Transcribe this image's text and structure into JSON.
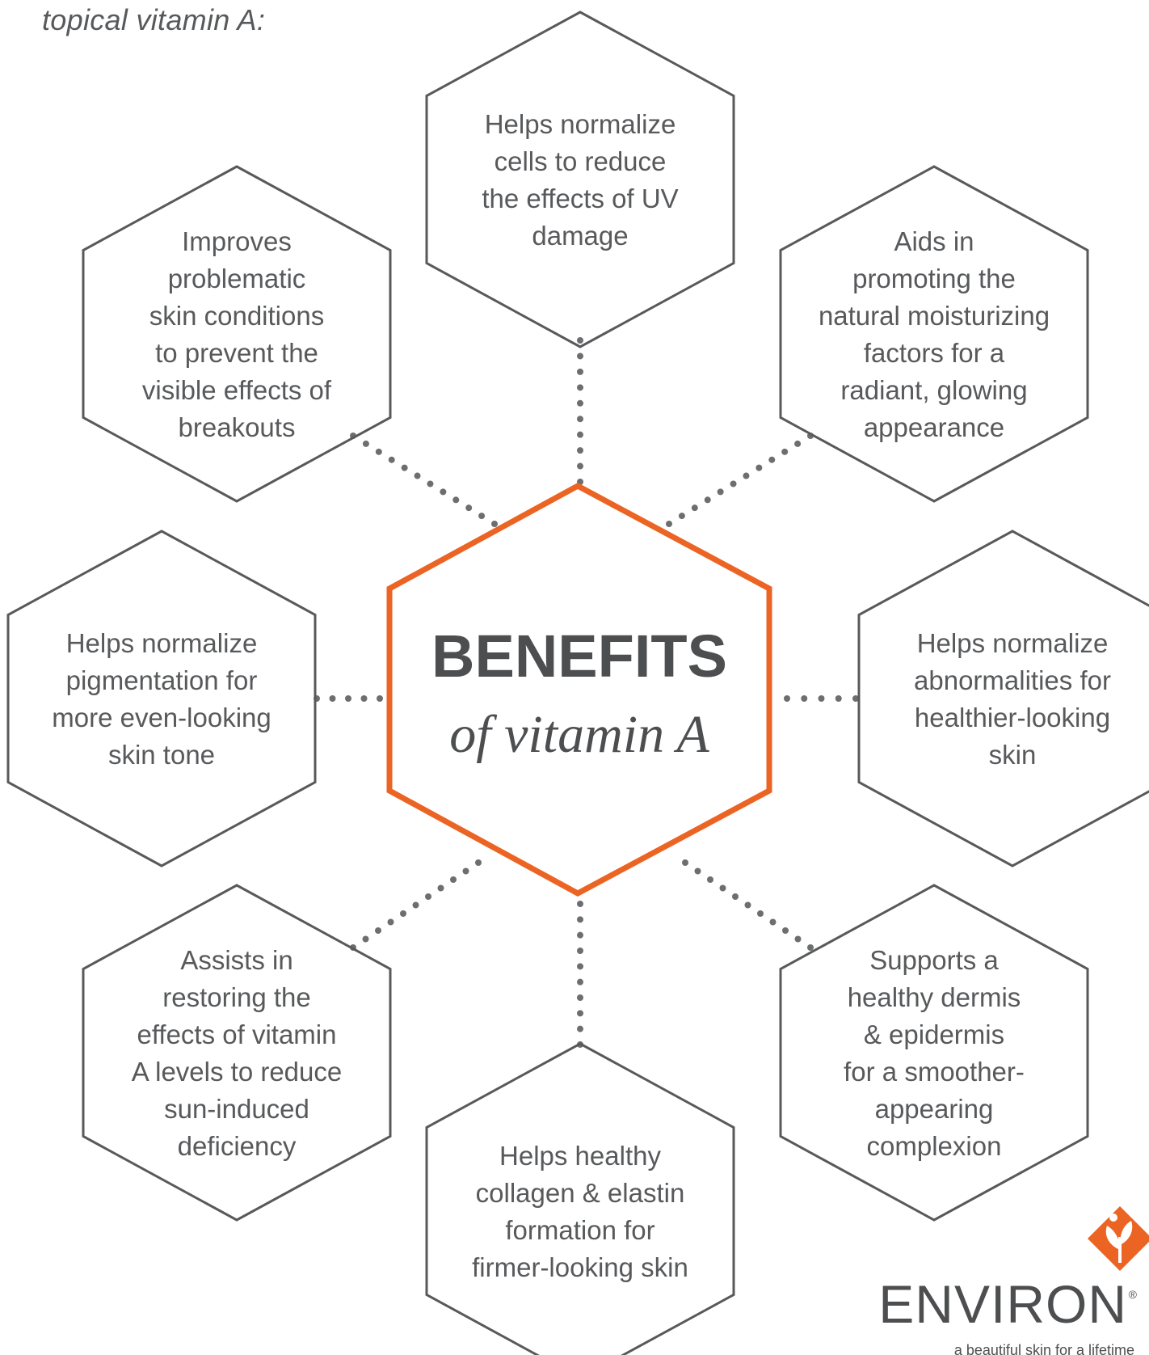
{
  "intro": "topical vitamin A:",
  "center": {
    "title": "BENEFITS",
    "subtitle": "of vitamin A"
  },
  "benefits": [
    {
      "id": "top",
      "lines": [
        "Helps normalize",
        "cells to reduce",
        "the effects of UV",
        "damage"
      ]
    },
    {
      "id": "upper-left",
      "lines": [
        "Improves",
        "problematic",
        "skin conditions",
        "to prevent the",
        "visible effects of",
        "breakouts"
      ]
    },
    {
      "id": "upper-right",
      "lines": [
        "Aids in",
        "promoting the",
        "natural moisturizing",
        "factors for a",
        "radiant, glowing",
        "appearance"
      ]
    },
    {
      "id": "left",
      "lines": [
        "Helps normalize",
        "pigmentation for",
        "more even-looking",
        "skin tone"
      ]
    },
    {
      "id": "right",
      "lines": [
        "Helps normalize",
        "abnormalities for",
        "healthier-looking",
        "skin"
      ]
    },
    {
      "id": "lower-left",
      "lines": [
        "Assists in",
        "restoring the",
        "effects of vitamin",
        "A levels to reduce",
        "sun-induced",
        "deficiency"
      ]
    },
    {
      "id": "lower-right",
      "lines": [
        "Supports a",
        "healthy dermis",
        "& epidermis",
        "for a smoother-",
        "appearing",
        "complexion"
      ]
    },
    {
      "id": "bottom",
      "lines": [
        "Helps healthy",
        "collagen & elastin",
        "formation for",
        "firmer-looking skin"
      ]
    }
  ],
  "brand": {
    "name": "ENVIRON",
    "registered": "®",
    "tagline": "a beautiful skin for a lifetime"
  },
  "colors": {
    "accent": "#ec6424",
    "stroke": "#58595b",
    "text": "#58595b",
    "dots": "#6d6e70"
  }
}
